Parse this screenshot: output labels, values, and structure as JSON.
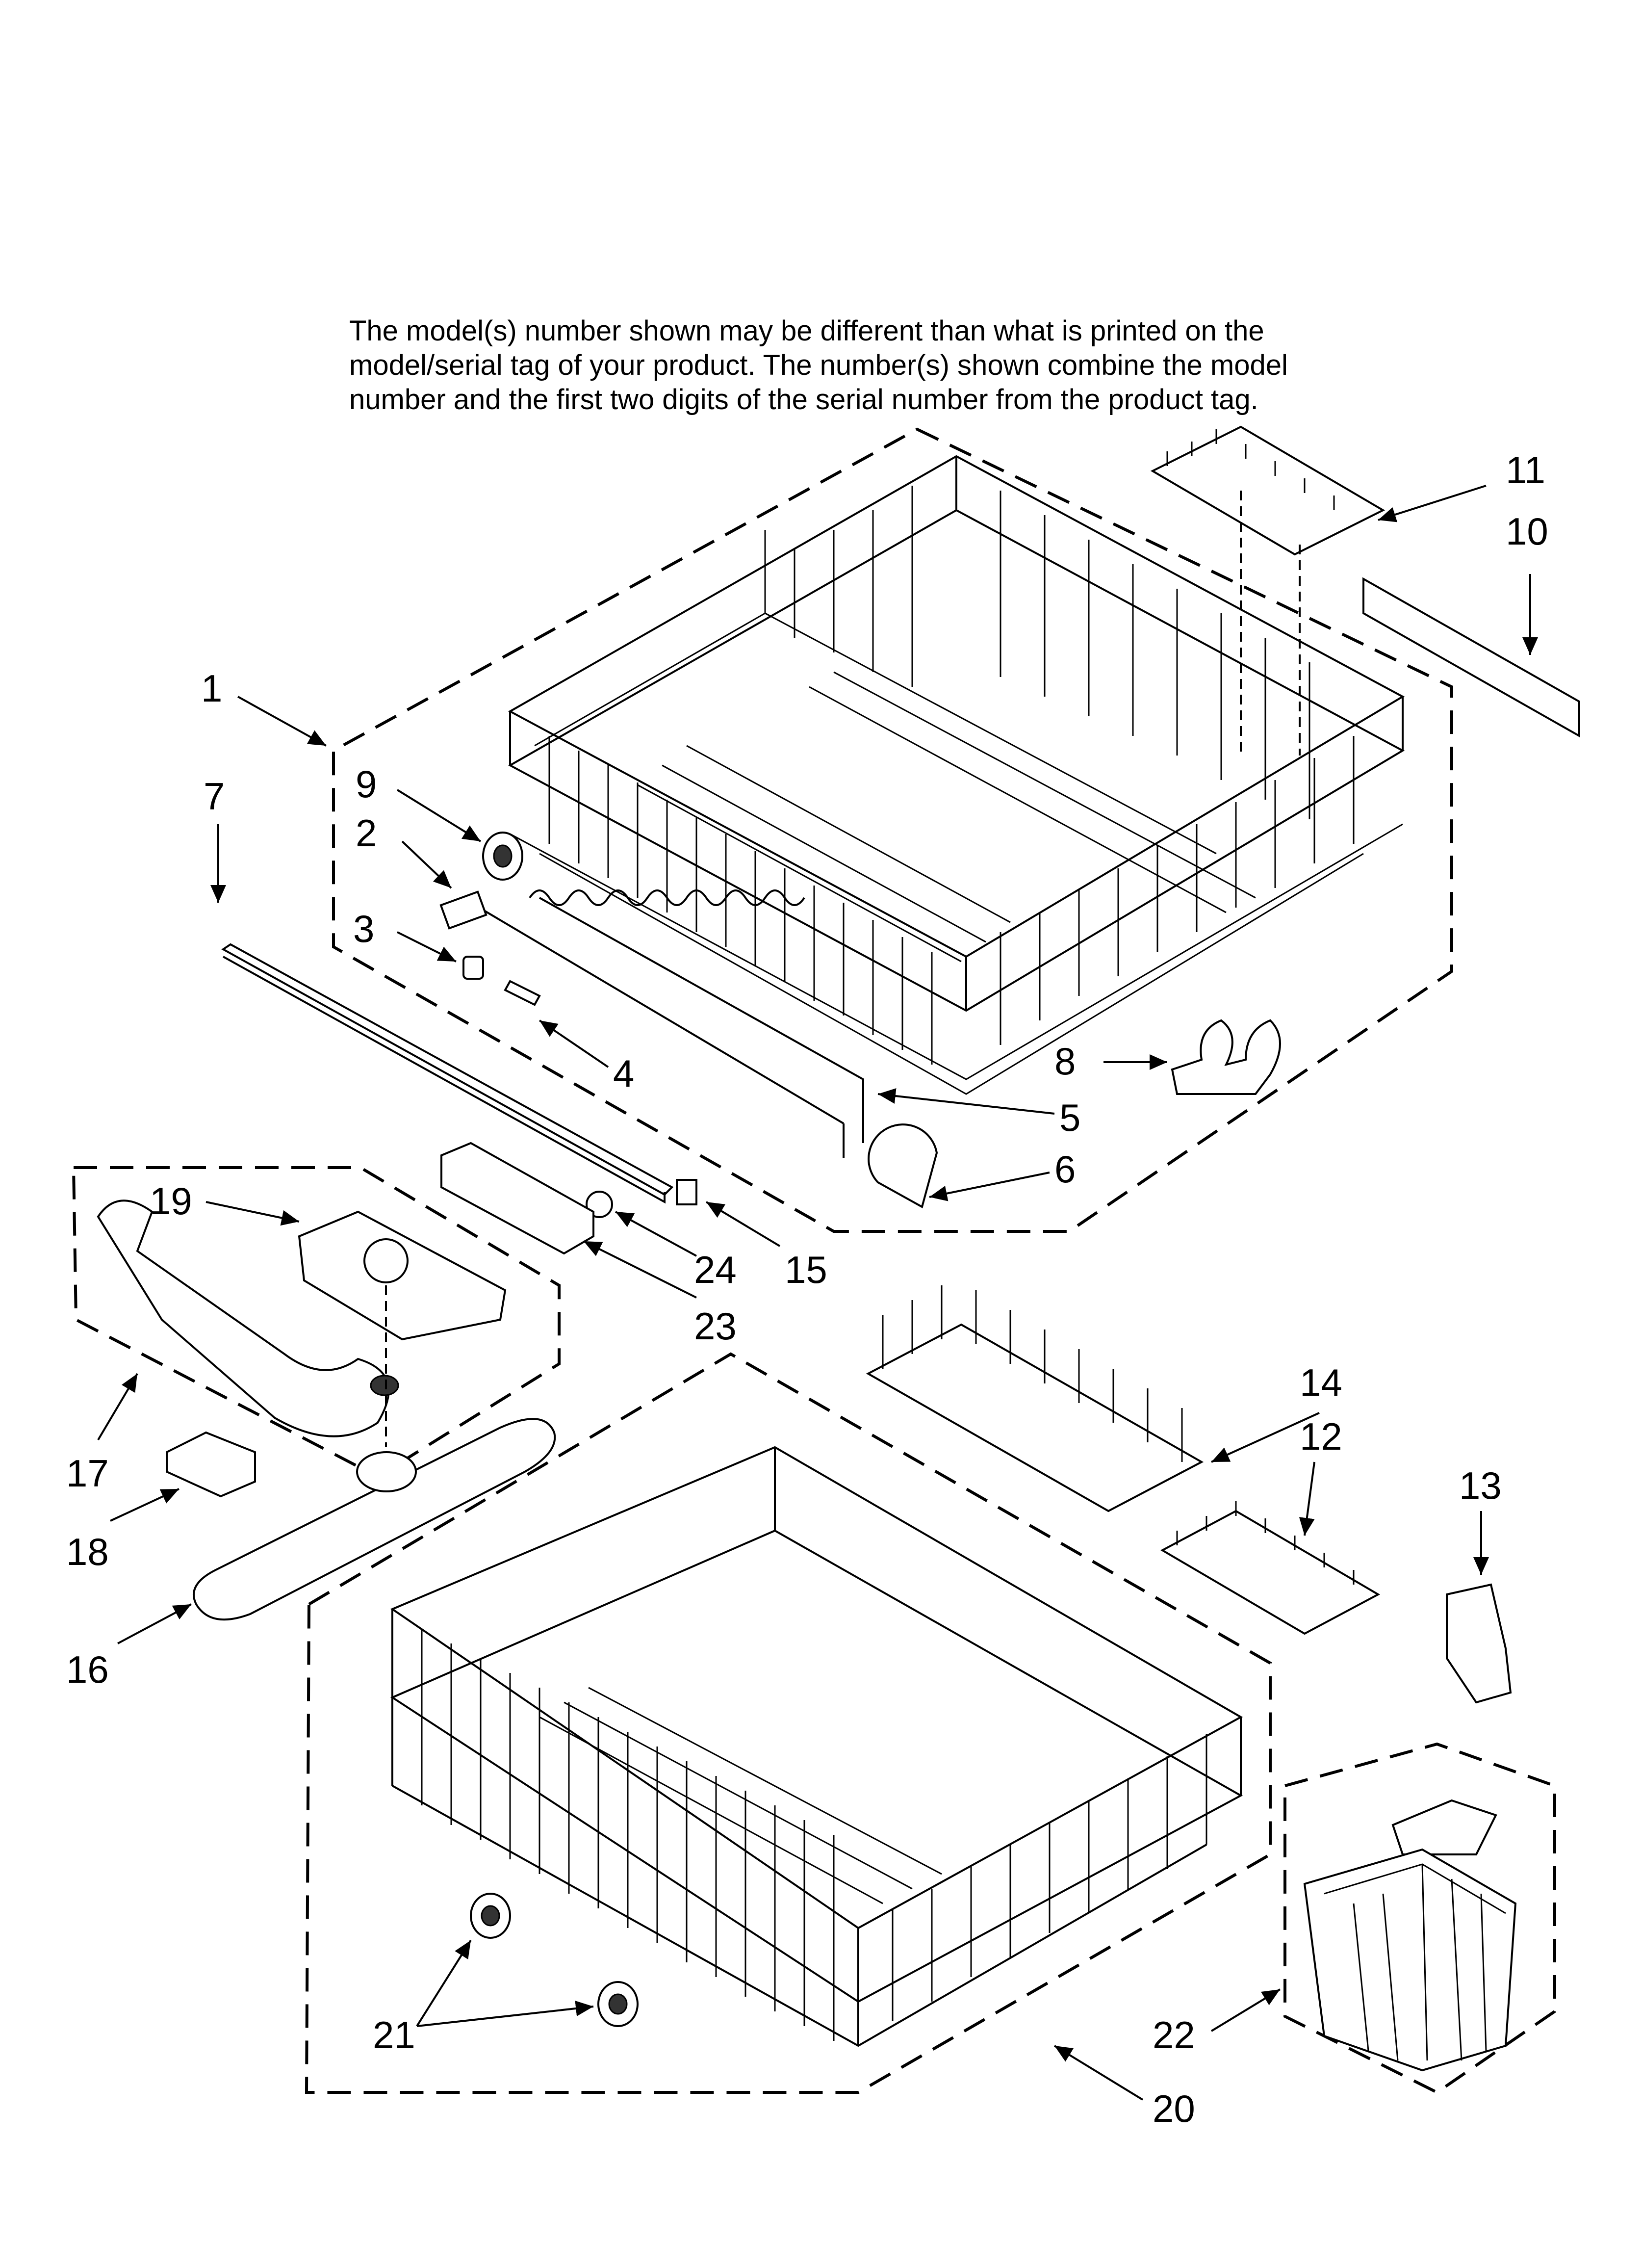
{
  "notice": {
    "lines": [
      "The model(s) number shown may be different than what is printed on the",
      "model/serial tag of your product. The number(s) shown combine the model",
      "number and the first two digits of the serial number from the product tag."
    ]
  },
  "callouts": {
    "c1": "1",
    "c2": "2",
    "c3": "3",
    "c4": "4",
    "c5": "5",
    "c6": "6",
    "c7": "7",
    "c8": "8",
    "c9": "9",
    "c10": "10",
    "c11": "11",
    "c12": "12",
    "c13": "13",
    "c14": "14",
    "c15": "15",
    "c16": "16",
    "c17": "17",
    "c18": "18",
    "c19": "19",
    "c20": "20",
    "c21": "21",
    "c22": "22",
    "c23": "23",
    "c24": "24"
  }
}
